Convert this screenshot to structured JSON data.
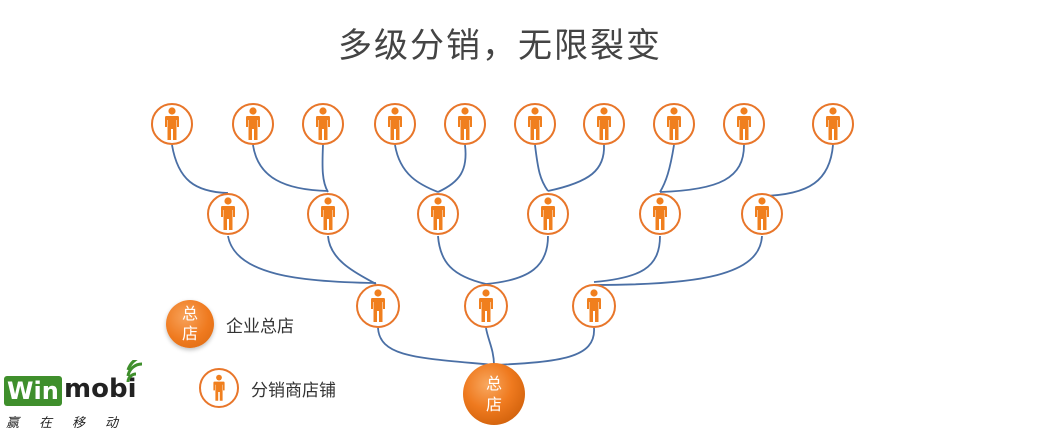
{
  "title": "多级分销，无限裂变",
  "hq_badge_text": [
    "总",
    "店"
  ],
  "legend": {
    "hq_label": "企业总店",
    "store_label": "分销商店铺"
  },
  "logo": {
    "win": "Win",
    "mobi": "mobi",
    "tagline": "赢在移动"
  },
  "colors": {
    "accent": "#e8762a",
    "person": "#f07f1e",
    "connector": "#4a6fa5",
    "title": "#444444"
  },
  "icons": {
    "store": "person-icon",
    "hq": "hq-badge",
    "logo_signal": "signal-icon"
  }
}
